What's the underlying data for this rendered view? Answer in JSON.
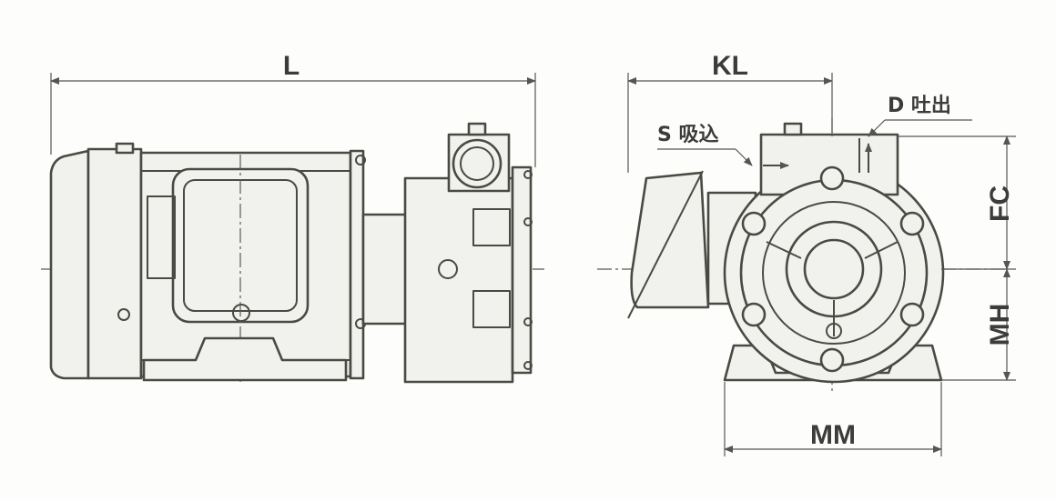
{
  "dimensions": {
    "overall_length": "L",
    "depth": "KL",
    "flange_to_center": "FC",
    "mount_width": "MM",
    "center_height": "MH"
  },
  "ports": {
    "suction": "S 吸込",
    "discharge": "D 吐出"
  },
  "colors": {
    "line": "#4a4a44",
    "fill": "#f1f1ee",
    "background": "#fdfdfb"
  }
}
